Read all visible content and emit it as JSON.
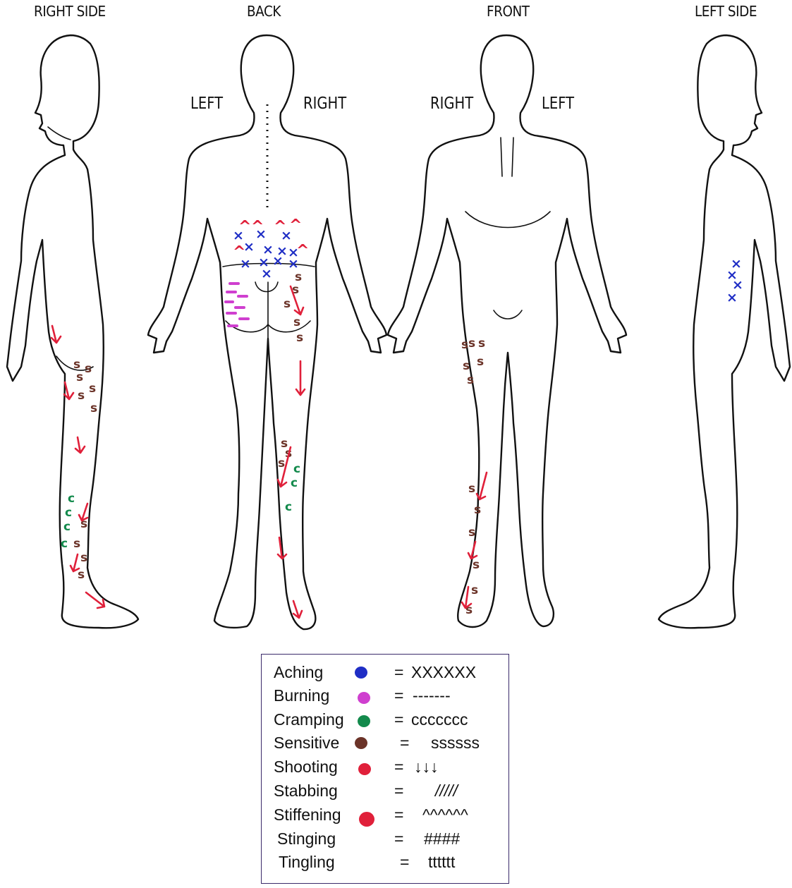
{
  "views": {
    "right_side": "RIGHT SIDE",
    "back": "BACK",
    "front": "FRONT",
    "left_side": "LEFT SIDE"
  },
  "orientation": {
    "back_left": "LEFT",
    "back_right": "RIGHT",
    "front_right": "RIGHT",
    "front_left": "LEFT"
  },
  "legend": {
    "items": [
      {
        "label": "Aching",
        "color": "#1f2ec5",
        "symbol": "XXXXXX"
      },
      {
        "label": "Burning",
        "color": "#cf3fcf",
        "symbol": "-------"
      },
      {
        "label": "Cramping",
        "color": "#138a4c",
        "symbol": "ccccccc"
      },
      {
        "label": "Sensitive",
        "color": "#6b3328",
        "symbol": "ssssss"
      },
      {
        "label": "Shooting",
        "color": "#e0203a",
        "symbol": "↓↓↓"
      },
      {
        "label": "Stabbing",
        "color": "",
        "symbol": "/////"
      },
      {
        "label": "Stiffening",
        "color": "#e0203a",
        "symbol": "^^^^^^"
      },
      {
        "label": "Stinging",
        "color": "",
        "symbol": "####"
      },
      {
        "label": "Tingling",
        "color": "",
        "symbol": "tttttt"
      }
    ]
  },
  "markings": {
    "sensitive_mark": "s",
    "cramping_mark": "c",
    "aching_mark": "X",
    "stiffening_mark": "^"
  }
}
